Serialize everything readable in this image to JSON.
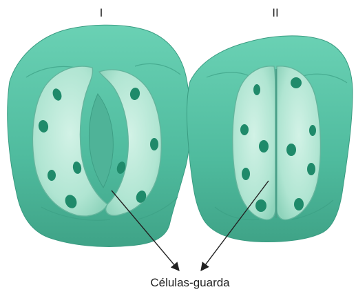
{
  "diagram": {
    "panel_labels": [
      "I",
      "II"
    ],
    "callout_label": "Células-guarda",
    "states": [
      "stomata-open",
      "stomata-closed"
    ],
    "colors": {
      "tissue_light": "#5cc5a9",
      "tissue_mid": "#45b195",
      "tissue_dark": "#2f957c",
      "guard_cell": "#b2e6d4",
      "guard_cell_edge": "#63b59d",
      "pore": "#4fb398",
      "chloroplast": "#1f8a6a",
      "arrow": "#222222",
      "label": "#222222"
    }
  }
}
